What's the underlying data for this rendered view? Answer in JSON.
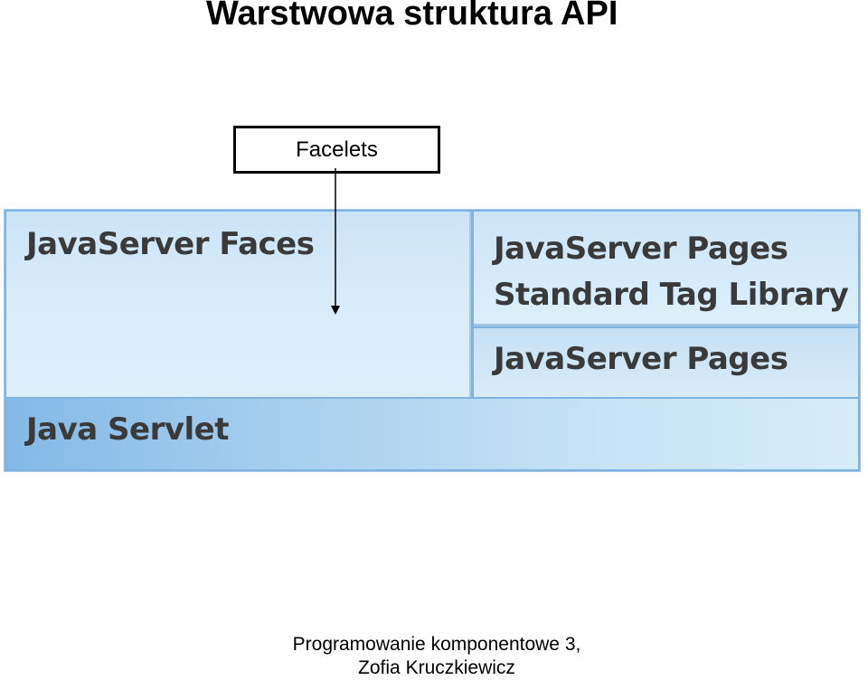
{
  "title": "Warstwowa struktura API",
  "diagram": {
    "callout_label": "Facelets",
    "layers": {
      "jsf": "JavaServer Faces",
      "jstl_line1": "JavaServer Pages",
      "jstl_line2": "Standard Tag Library",
      "jsp": "JavaServer Pages",
      "servlet": "Java Servlet"
    },
    "colors": {
      "layer_light": "#d9edf9",
      "layer_dark": "#84b9e6",
      "text": "#3a3a3a"
    },
    "arrow_icon": "arrow-down"
  },
  "footer": {
    "line1": "Programowanie komponentowe 3,",
    "line2": "Zofia Kruczkiewicz"
  }
}
